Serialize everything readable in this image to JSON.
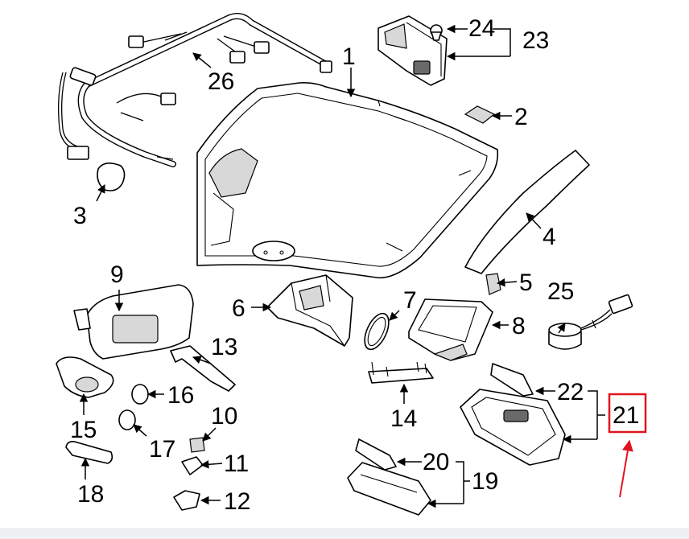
{
  "diagram": {
    "callouts": {
      "c1": "1",
      "c2": "2",
      "c3": "3",
      "c4": "4",
      "c5": "5",
      "c6": "6",
      "c7": "7",
      "c8": "8",
      "c9": "9",
      "c10": "10",
      "c11": "11",
      "c12": "12",
      "c13": "13",
      "c14": "14",
      "c15": "15",
      "c16": "16",
      "c17": "17",
      "c18": "18",
      "c19": "19",
      "c20": "20",
      "c21": "21",
      "c22": "22",
      "c23": "23",
      "c24": "24",
      "c25": "25",
      "c26": "26"
    },
    "highlight": {
      "callout": "21",
      "color": "#e0141e"
    },
    "colors": {
      "line": "#000000",
      "background": "#ffffff",
      "footer": "#eef0f4"
    }
  }
}
